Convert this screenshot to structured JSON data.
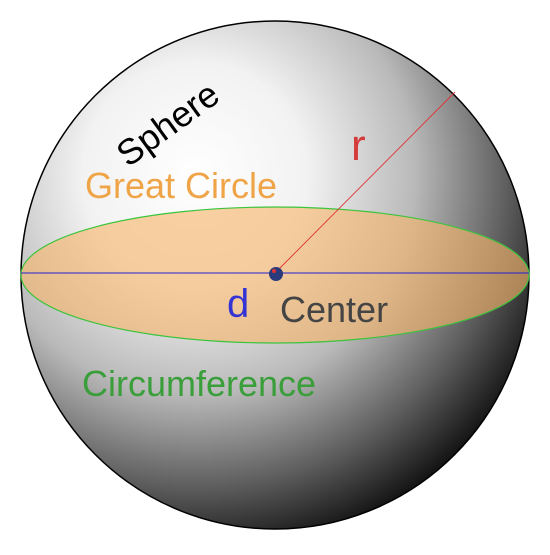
{
  "labels": {
    "sphere": "Sphere",
    "radius": "r",
    "great_circle": "Great Circle",
    "diameter": "d",
    "center": "Center",
    "circumference": "Circumference"
  },
  "colors": {
    "sphere_highlight": "#ffffff",
    "sphere_shadow": "#000000",
    "sphere_outline": "#000000",
    "great_circle_fill": "#f6b46a",
    "great_circle_outline": "#3cc43c",
    "diameter_line": "#2222cc",
    "radius_line": "#dd3333",
    "label_sphere": "#000000",
    "label_radius": "#d43a3a",
    "label_great_circle": "#f0a448",
    "label_diameter": "#3434d4",
    "label_center": "#444444",
    "label_circumference": "#3a9e3a",
    "center_point": "#2a3a7a"
  }
}
